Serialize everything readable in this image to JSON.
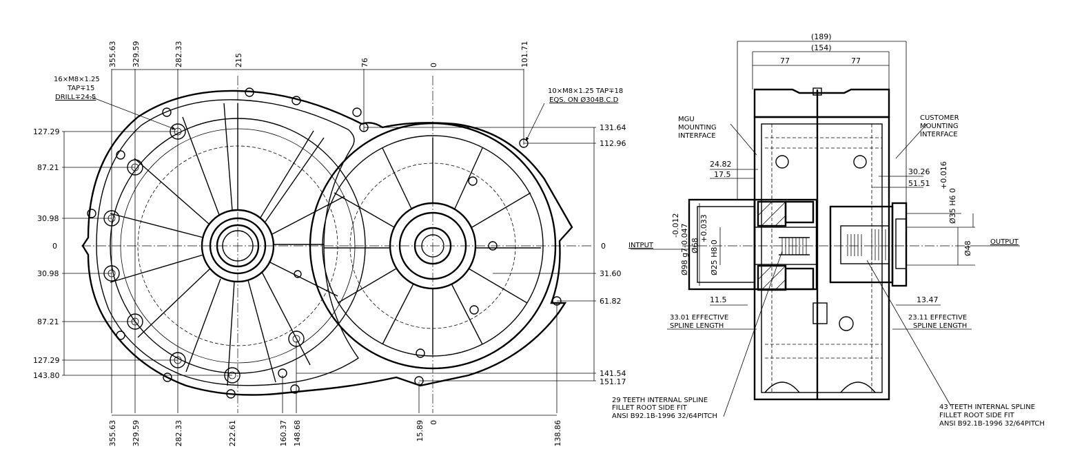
{
  "left_view": {
    "top_dims": [
      "355.63",
      "329.59",
      "282.33",
      "215",
      "76",
      "0",
      "101.71"
    ],
    "bottom_dims": [
      "355.63",
      "329.59",
      "282.33",
      "222.61",
      "160.37",
      "148.68",
      "15.89",
      "0",
      "138.86"
    ],
    "left_dims": [
      "127.29",
      "87.21",
      "30.98",
      "0",
      "30.98",
      "87.21",
      "127.29",
      "143.80"
    ],
    "right_dims": [
      "131.64",
      "112.96",
      "0",
      "31.60",
      "61.82",
      "141.54",
      "151.17"
    ],
    "note_tap": [
      "16×M8×1.25",
      "TAP∓15",
      "DRILL∓24.5"
    ],
    "note_tap_right": [
      "10×M8×1.25 TAP∓18",
      "EQS. ON Ø304B.C.D"
    ]
  },
  "right_view": {
    "top_dims": [
      "(189)",
      "(154)",
      "77",
      "77"
    ],
    "mgu_label": [
      "MGU",
      "MOUNTING",
      "INTERFACE"
    ],
    "customer_label": [
      "CUSTOMER",
      "MOUNTING",
      "INTERFACE"
    ],
    "input_label": "INTPUT",
    "output_label": "OUTPUT",
    "left_dims": [
      "24.82",
      "17.5",
      "11.5"
    ],
    "right_dims": [
      "30.26",
      "51.51",
      "13.47"
    ],
    "vert_left": [
      "-0.012",
      "Ø98 g7-0.047",
      "Ø68",
      "+0.033",
      "Ø25 H8 0"
    ],
    "vert_right": [
      "+0.016",
      "Ø35 H6 0",
      "Ø48"
    ],
    "spline_left": [
      "33.01 EFFECTIVE",
      "SPLINE LENGTH"
    ],
    "spline_right": [
      "23.11 EFFECTIVE",
      "SPLINE LENGTH"
    ],
    "spline_note_left": [
      "29 TEETH INTERNAL SPLINE",
      "FILLET ROOT SIDE FIT",
      "ANSI B92.1B-1996 32/64PITCH"
    ],
    "spline_note_right": [
      "43 TEETH INTERNAL SPLINE",
      "FILLET ROOT SIDE FIT",
      "ANSI B92.1B-1996 32/64PITCH"
    ]
  }
}
